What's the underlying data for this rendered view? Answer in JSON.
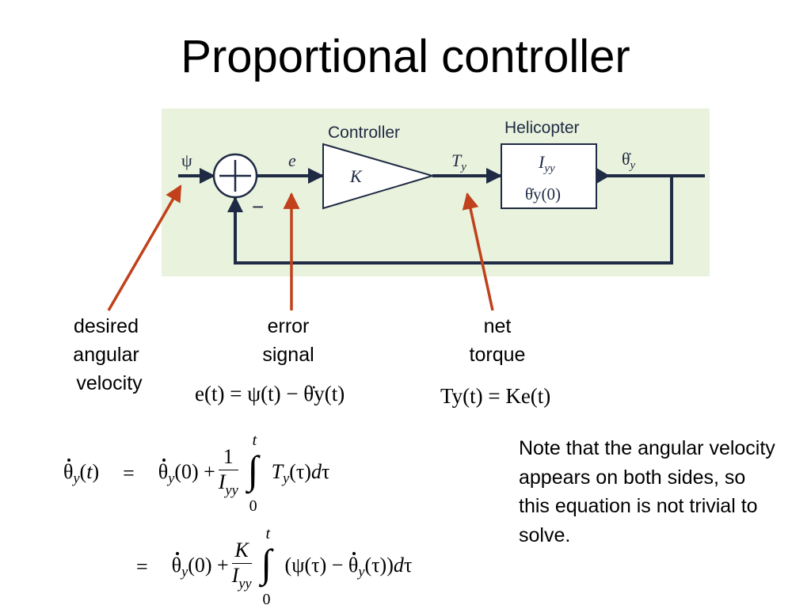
{
  "title": "Proportional controller",
  "diagram": {
    "controller_label": "Controller",
    "helicopter_label": "Helicopter",
    "gain": "K",
    "inertia": "I",
    "inertia_sub": "yy",
    "initial_rate": "θ̇y(0)",
    "input_signal": "ψ",
    "error_signal": "e",
    "torque_signal": "T",
    "torque_sub": "y",
    "output_signal": "θ̇",
    "output_sub": "y",
    "minus_sign": "−",
    "colors": {
      "panel": "#e9f2dc",
      "arrow": "#c0411b",
      "line": "#1f2a44"
    }
  },
  "annotations": {
    "desired": [
      "desired",
      "angular",
      "velocity"
    ],
    "error": [
      "error",
      "signal"
    ],
    "torque": [
      "net",
      "torque"
    ]
  },
  "equations": {
    "error_eq": "e(t) = ψ(t) − θ̇y(t)",
    "torque_eq": "Ty(t) = Ke(t)",
    "integral_lower": "0",
    "integral_upper": "t"
  },
  "note": "Note that the angular velocity appears on both sides, so this equation is not trivial to solve."
}
